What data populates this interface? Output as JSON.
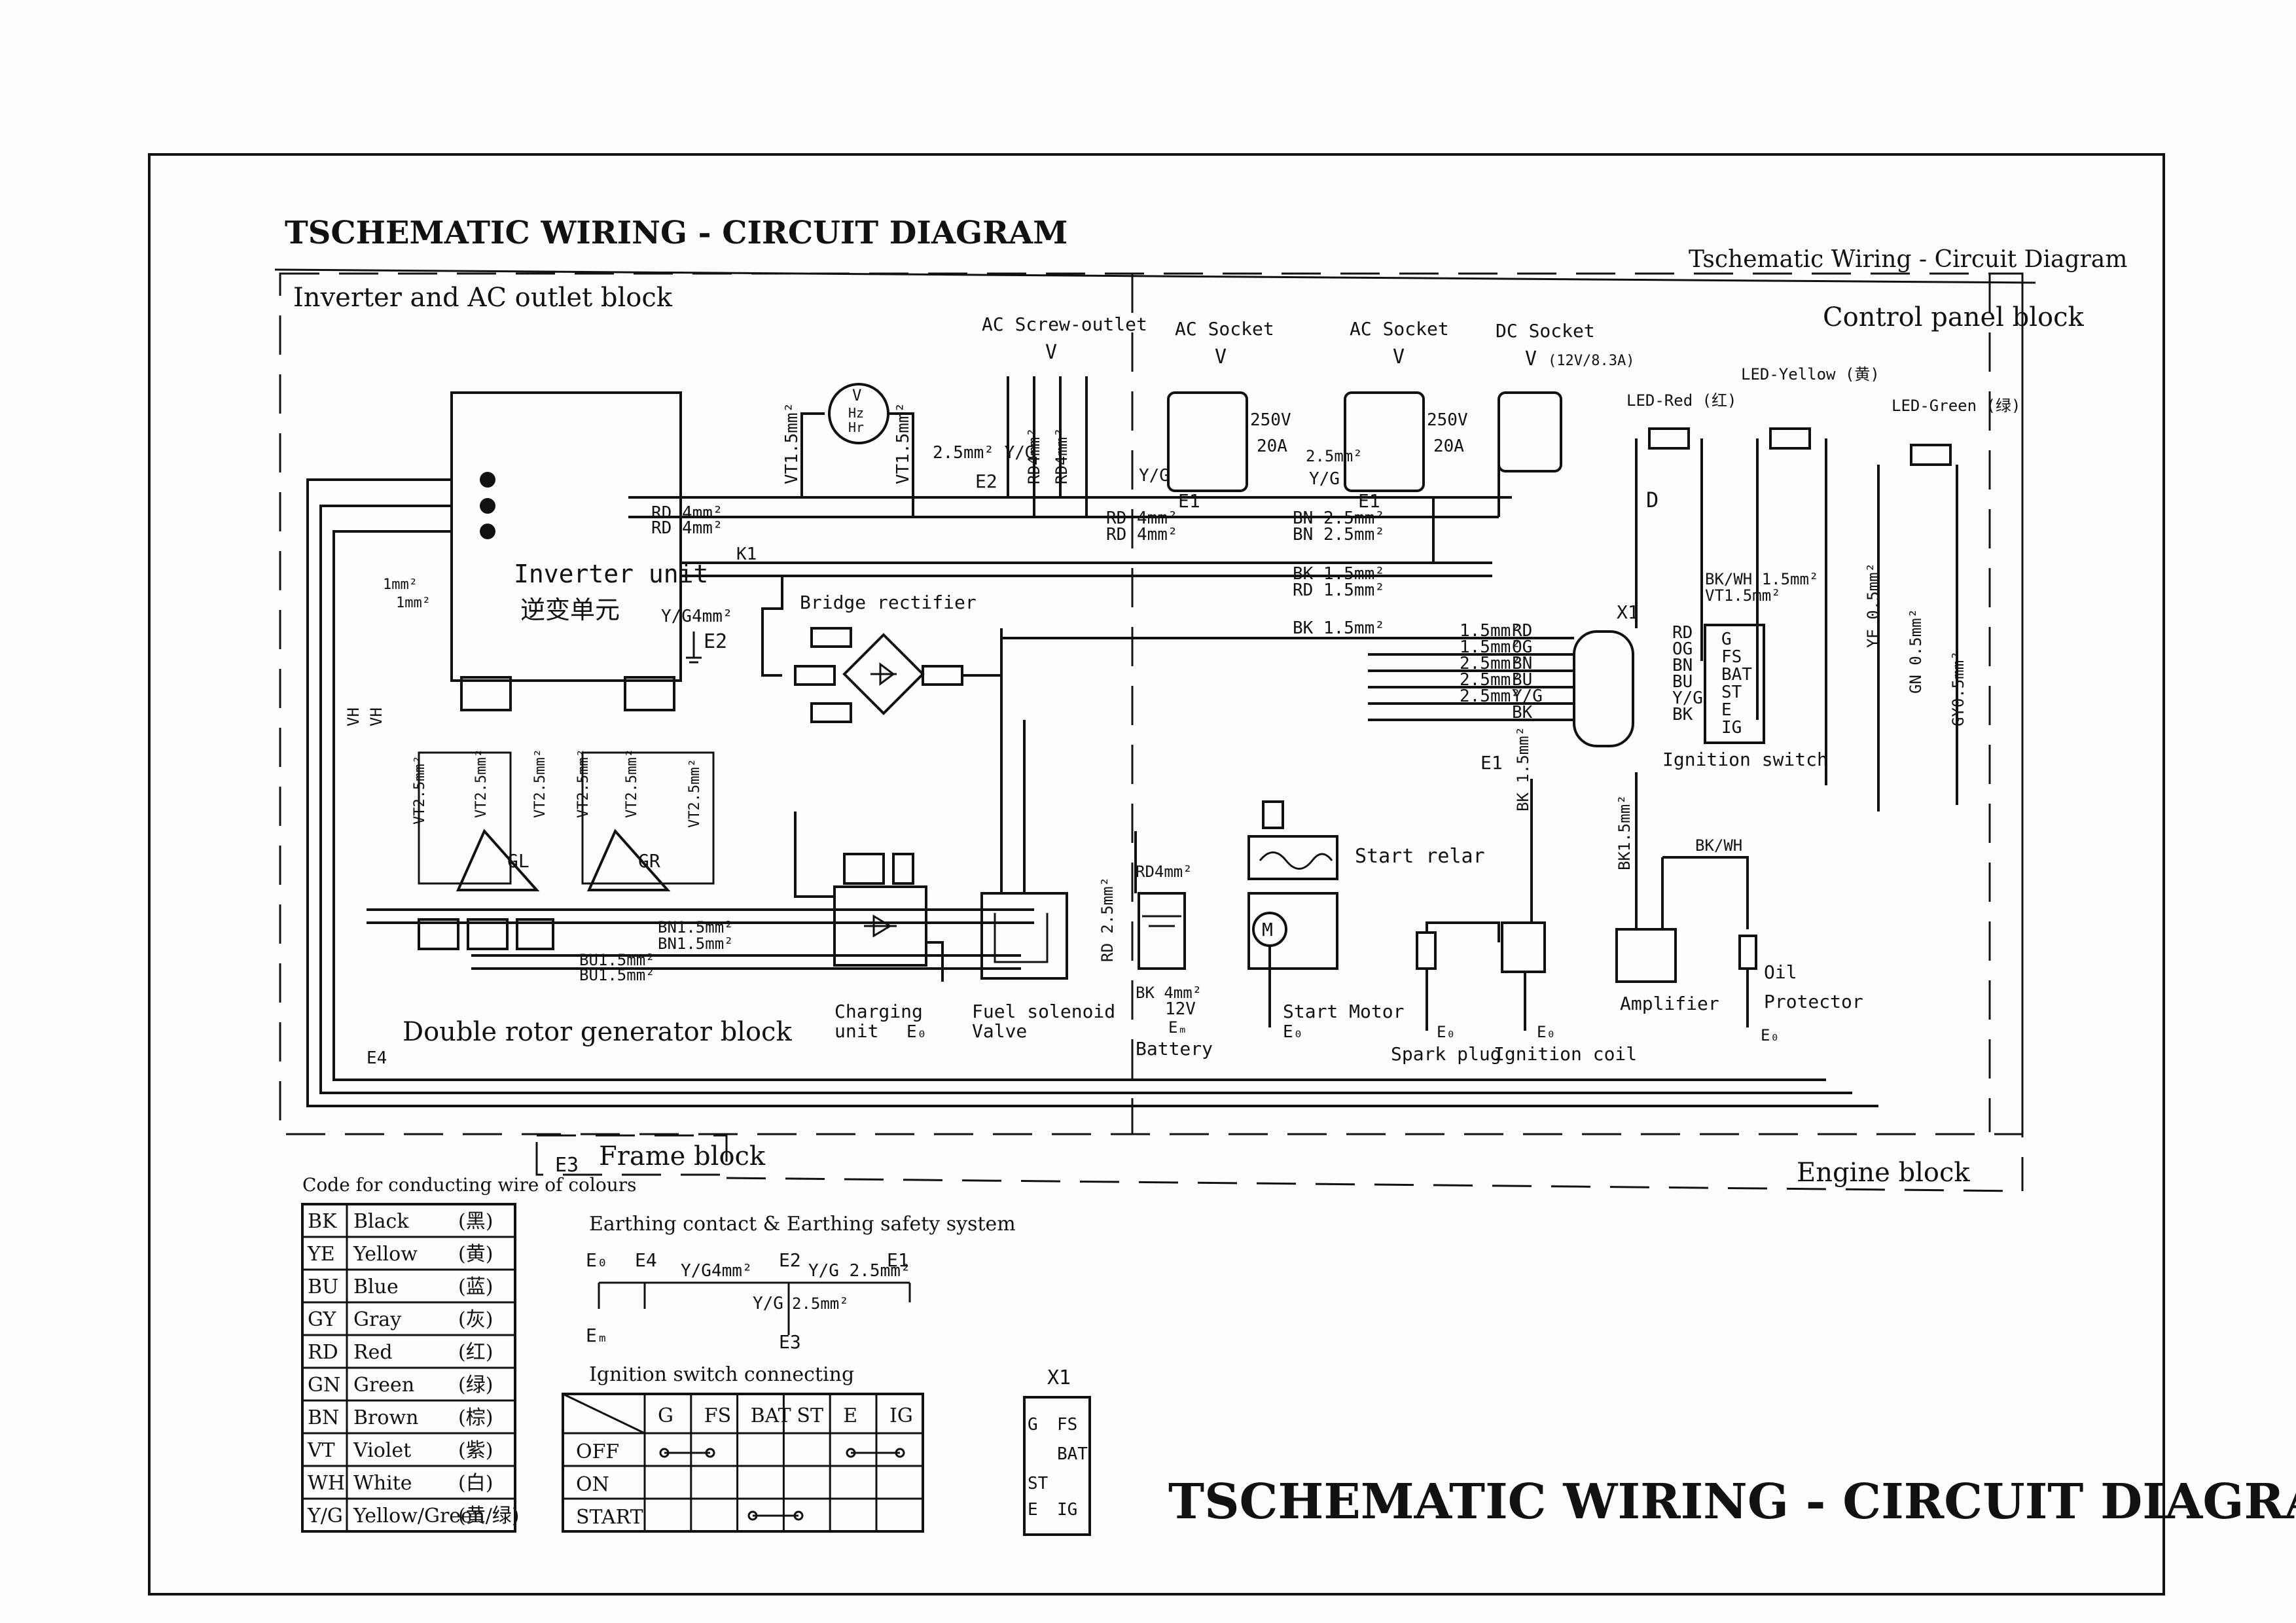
{
  "title": "TSCHEMATIC WIRING - CIRCUIT DIAGRAM",
  "subtitle": "Tschematic Wiring - Circuit Diagram",
  "footer_title": "TSCHEMATIC WIRING - CIRCUIT DIAGRAM",
  "blocks": {
    "inverter": "Inverter and AC outlet block",
    "control": "Control panel block",
    "generator": "Double rotor generator block",
    "frame": "Frame block",
    "engine": "Engine block"
  },
  "outlets": {
    "screw": "AC Screw-outlet",
    "ac1": "AC Socket",
    "ac2": "AC Socket",
    "dc": "DC Socket",
    "dc_rating": "(12V/8.3A)",
    "rating_v": "250V",
    "rating_a": "20A",
    "v": "V"
  },
  "leds": {
    "red": "LED-Red (红)",
    "yellow": "LED-Yellow (黄)",
    "green": "LED-Green (绿)"
  },
  "components": {
    "inverter_unit": "Inverter unit",
    "inverter_cn": "逆变单元",
    "bridge": "Bridge rectifier",
    "charging1": "Charging",
    "charging2": "unit",
    "fuel1": "Fuel solenoid",
    "fuel2": "Valve",
    "battery": "Battery",
    "battery_v": "12V",
    "start_relay": "Start relar",
    "start_motor": "Start Motor",
    "spark": "Spark plug",
    "coil": "Ignition coil",
    "amplifier": "Amplifier",
    "oil1": "Oil",
    "oil2": "Protector",
    "ign_switch": "Ignition switch",
    "k1": "K1",
    "x1": "X1",
    "diode": "D",
    "meter_v": "V",
    "meter_hz": "Hz",
    "meter_hr": "Hr",
    "gl": "GL",
    "gr": "GR"
  },
  "grounds": {
    "e1": "E1",
    "e2": "E2",
    "e3": "E3",
    "e4": "E4",
    "eo": "E₀",
    "em": "Eₘ"
  },
  "ign_terminals": [
    "G",
    "FS",
    "BAT",
    "ST",
    "E",
    "IG"
  ],
  "x1_wires": [
    {
      "size": "1.5mm²",
      "color": "RD"
    },
    {
      "size": "1.5mm²",
      "color": "OG"
    },
    {
      "size": "2.5mm²",
      "color": "BN"
    },
    {
      "size": "2.5mm²",
      "color": "BU"
    },
    {
      "size": "2.5mm²",
      "color": "Y/G"
    },
    {
      "size": "",
      "color": "BK"
    }
  ],
  "wire_labels": {
    "rd4a": "RD 4mm²",
    "rd4b": "RD 4mm²",
    "rd4c": "RD 4mm²",
    "rd4d": "RD 4mm²",
    "bn25a": "BN 2.5mm²",
    "bn25b": "BN 2.5mm²",
    "bk15a": "BK 1.5mm²",
    "rd15": "RD 1.5mm²",
    "bk15b": "BK 1.5mm²",
    "yg4": "Y/G4mm²",
    "vt15a": "VT1.5mm²",
    "vt15b": "VT1.5mm²",
    "yg25a": "2.5mm² Y/G",
    "yg25b": "2.5mm²",
    "yg25c": "Y/G",
    "yg25d": "Y/G",
    "bkwh15": "BK/WH 1.5mm²",
    "vt15c": "VT1.5mm²",
    "ye05": "YE 0.5mm²",
    "gn05": "GN 0.5mm²",
    "gy05": "GY0.5mm²",
    "vh1": "VH",
    "vh2": "VH",
    "one1": "1mm²",
    "one2": "1mm²",
    "vt25a": "VT2.5mm²",
    "vt25b": "VT2.5mm²",
    "vt25c": "VT2.5mm²",
    "vt25d": "VT2.5mm²",
    "vt25e": "VT2.5mm²",
    "vt25f": "VT2.5mm²",
    "bn15a": "BN1.5mm²",
    "bn15b": "BN1.5mm²",
    "bu15a": "BU1.5mm²",
    "bu15b": "BU1.5mm²",
    "rd25": "RD 2.5mm²",
    "bk4": "BK 4mm²",
    "bk15c": "BK 1.5mm²",
    "bk15d": "BK1.5mm²",
    "bkwh": "BK/WH",
    "rd4e": "RD4mm²",
    "rd4f": "RD4mm²",
    "rd4g": "RD4mm²"
  },
  "colour_code": {
    "title": "Code for conducting wire of colours",
    "rows": [
      {
        "code": "BK",
        "name": "Black",
        "cn": "(黑)"
      },
      {
        "code": "YE",
        "name": "Yellow",
        "cn": "(黄)"
      },
      {
        "code": "BU",
        "name": "Blue",
        "cn": "(蓝)"
      },
      {
        "code": "GY",
        "name": "Gray",
        "cn": "(灰)"
      },
      {
        "code": "RD",
        "name": "Red",
        "cn": "(红)"
      },
      {
        "code": "GN",
        "name": "Green",
        "cn": "(绿)"
      },
      {
        "code": "BN",
        "name": "Brown",
        "cn": "(棕)"
      },
      {
        "code": "VT",
        "name": "Violet",
        "cn": "(紫)"
      },
      {
        "code": "WH",
        "name": "White",
        "cn": "(白)"
      },
      {
        "code": "Y/G",
        "name": "Yellow/Green",
        "cn": "(黄/绿)"
      }
    ]
  },
  "earthing": {
    "title": "Earthing contact & Earthing safety system",
    "yg4": "Y/G4mm²",
    "yg25": "Y/G 2.5mm²",
    "yg25b": "Y/G",
    "yg25c": "2.5mm²",
    "e0": "E₀",
    "e4": "E4",
    "e2": "E2",
    "e1": "E1",
    "em": "Eₘ",
    "e3": "E3"
  },
  "ign_table": {
    "title": "Ignition switch connecting",
    "headers": [
      "G",
      "FS",
      "BAT",
      "ST",
      "E",
      "IG"
    ],
    "rows": [
      "OFF",
      "ON",
      "START"
    ]
  },
  "x1_connector": {
    "title": "X1",
    "g": "G",
    "fs": "FS",
    "bat": "BAT",
    "st": "ST",
    "e": "E",
    "ig": "IG"
  }
}
